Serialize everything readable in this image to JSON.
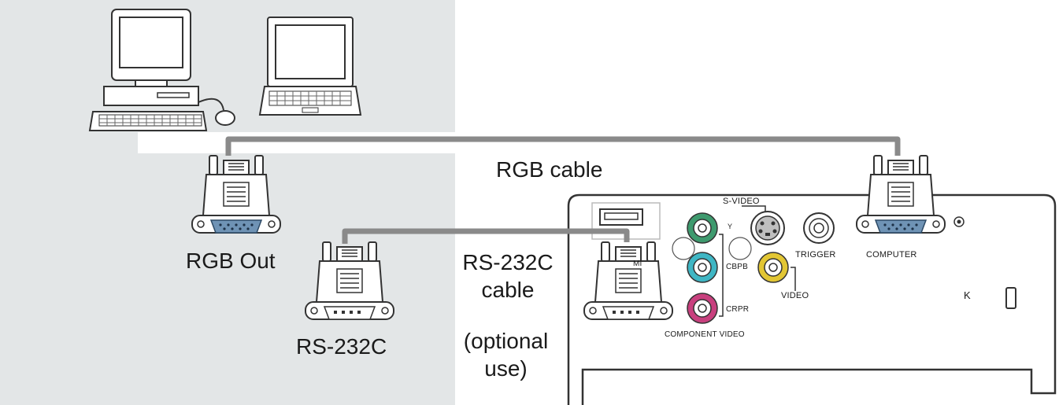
{
  "labels": {
    "rgb_cable": "RGB cable",
    "rgb_out": "RGB Out",
    "rs232c_cable_line1": "RS-232C",
    "rs232c_cable_line2": "cable",
    "rs232c_port": "RS-232C",
    "optional_line1": "(optional",
    "optional_line2": "use)"
  },
  "panel": {
    "s_video": "S-VIDEO",
    "trigger": "TRIGGER",
    "computer": "COMPUTER",
    "video": "VIDEO",
    "component_video": "COMPONENT VIDEO",
    "y": "Y",
    "cbpb": "CBPB",
    "crpr": "CRPR",
    "mi": "MI",
    "lock": "K"
  },
  "colors": {
    "background_gray": "#e3e6e7",
    "cable": "#8a8a8a",
    "connector_blue": "#6f93b5",
    "jack_green": "#3e9a6e",
    "jack_cyan": "#3fb6c4",
    "jack_magenta": "#c8407e",
    "jack_yellow": "#e2c634",
    "outline": "#333333"
  }
}
